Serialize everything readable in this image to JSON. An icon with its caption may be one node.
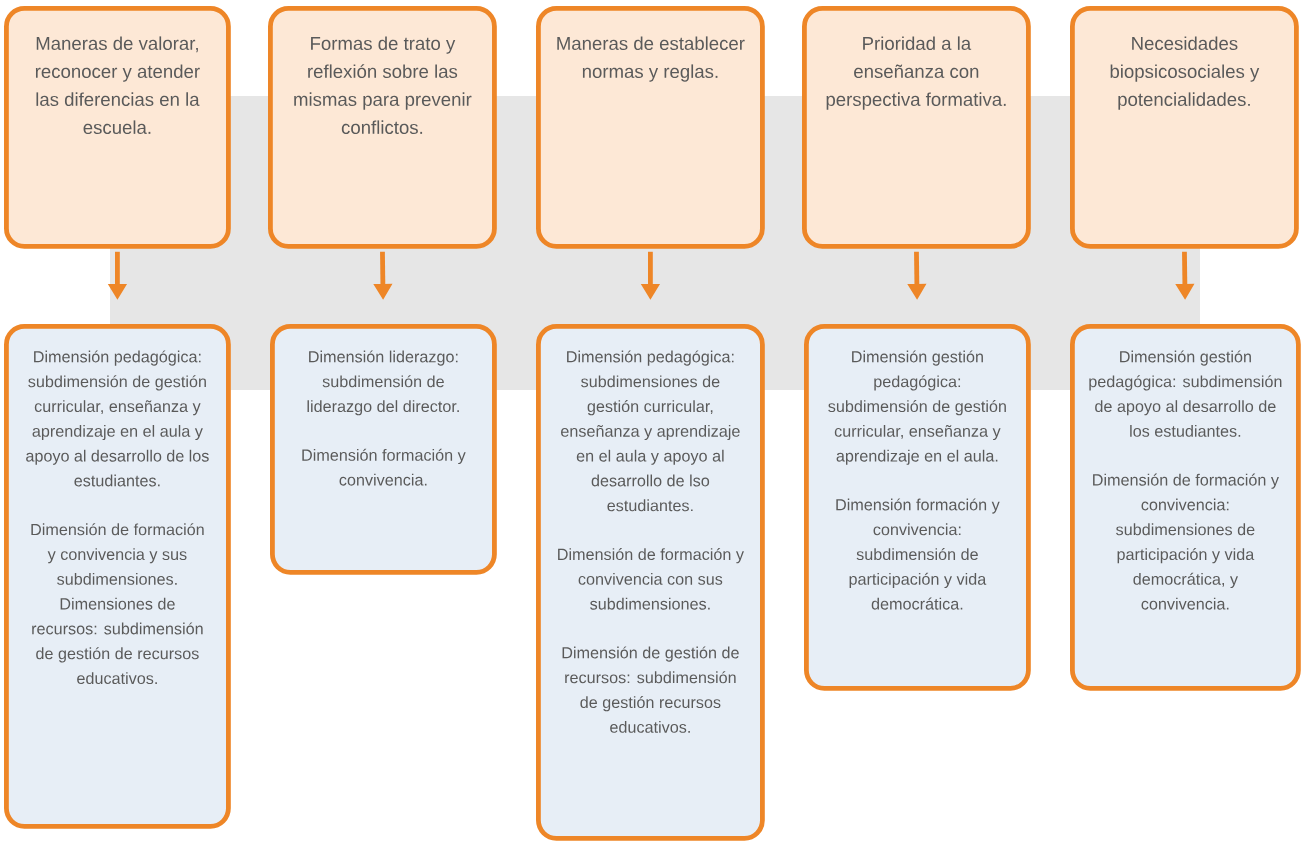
{
  "diagram": {
    "nodes": [
      {
        "text": [
          "Maneras de valorar, reconocer y atender las diferencias en la escuela."
        ]
      },
      {
        "text": [
          "Formas de trato y reflexión sobre las mismas para prevenir conflictos."
        ]
      },
      {
        "text": [
          "Maneras de establecer normas y reglas."
        ]
      },
      {
        "text": [
          "Prioridad a la enseñanza con perspectiva formativa."
        ]
      },
      {
        "text": [
          "Necesidades biopsicosociales y potencialidades."
        ]
      },
      {
        "text": [
          "Dimensión pedagógica: subdimensión de gestión curricular, enseñanza y aprendizaje en el aula y apoyo al desarrollo de los estudiantes.",
          "Dimensión de formación y convivencia y sus subdimensiones.",
          "Dimensiones de recursos: subdimensión de gestión de recursos educativos."
        ]
      },
      {
        "text": [
          "Dimensión liderazgo: subdimensión de liderazgo del director.",
          "Dimensión formación y convivencia."
        ]
      },
      {
        "text": [
          "Dimensión pedagógica: subdimensiones de gestión curricular, enseñanza y aprendizaje en el aula y apoyo al desarrollo de lso estudiantes.",
          "Dimensión de formación y convivencia con sus subdimensiones.",
          "Dimensión de gestión de recursos: subdimensión de gestión recursos educativos."
        ]
      },
      {
        "text": [
          "Dimensión gestión pedagógica: subdimensión de gestión curricular, enseñanza y aprendizaje en el aula.",
          "Dimensión formación y convivencia: subdimensión de participación y vida democrática."
        ]
      },
      {
        "text": [
          "Dimensión gestión pedagógica: subdimensión de apoyo al desarrollo de los estudiantes.",
          "Dimensión de formación y convivencia: subdimensiones de participación y vida democrática, y convivencia."
        ]
      }
    ],
    "edges": [
      {
        "from": 0,
        "to": 5,
        "arrow": "to"
      },
      {
        "from": 1,
        "to": 6,
        "arrow": "to"
      },
      {
        "from": 2,
        "to": 7,
        "arrow": "to"
      },
      {
        "from": 3,
        "to": 8,
        "arrow": "to"
      },
      {
        "from": 4,
        "to": 9,
        "arrow": "to"
      }
    ]
  }
}
